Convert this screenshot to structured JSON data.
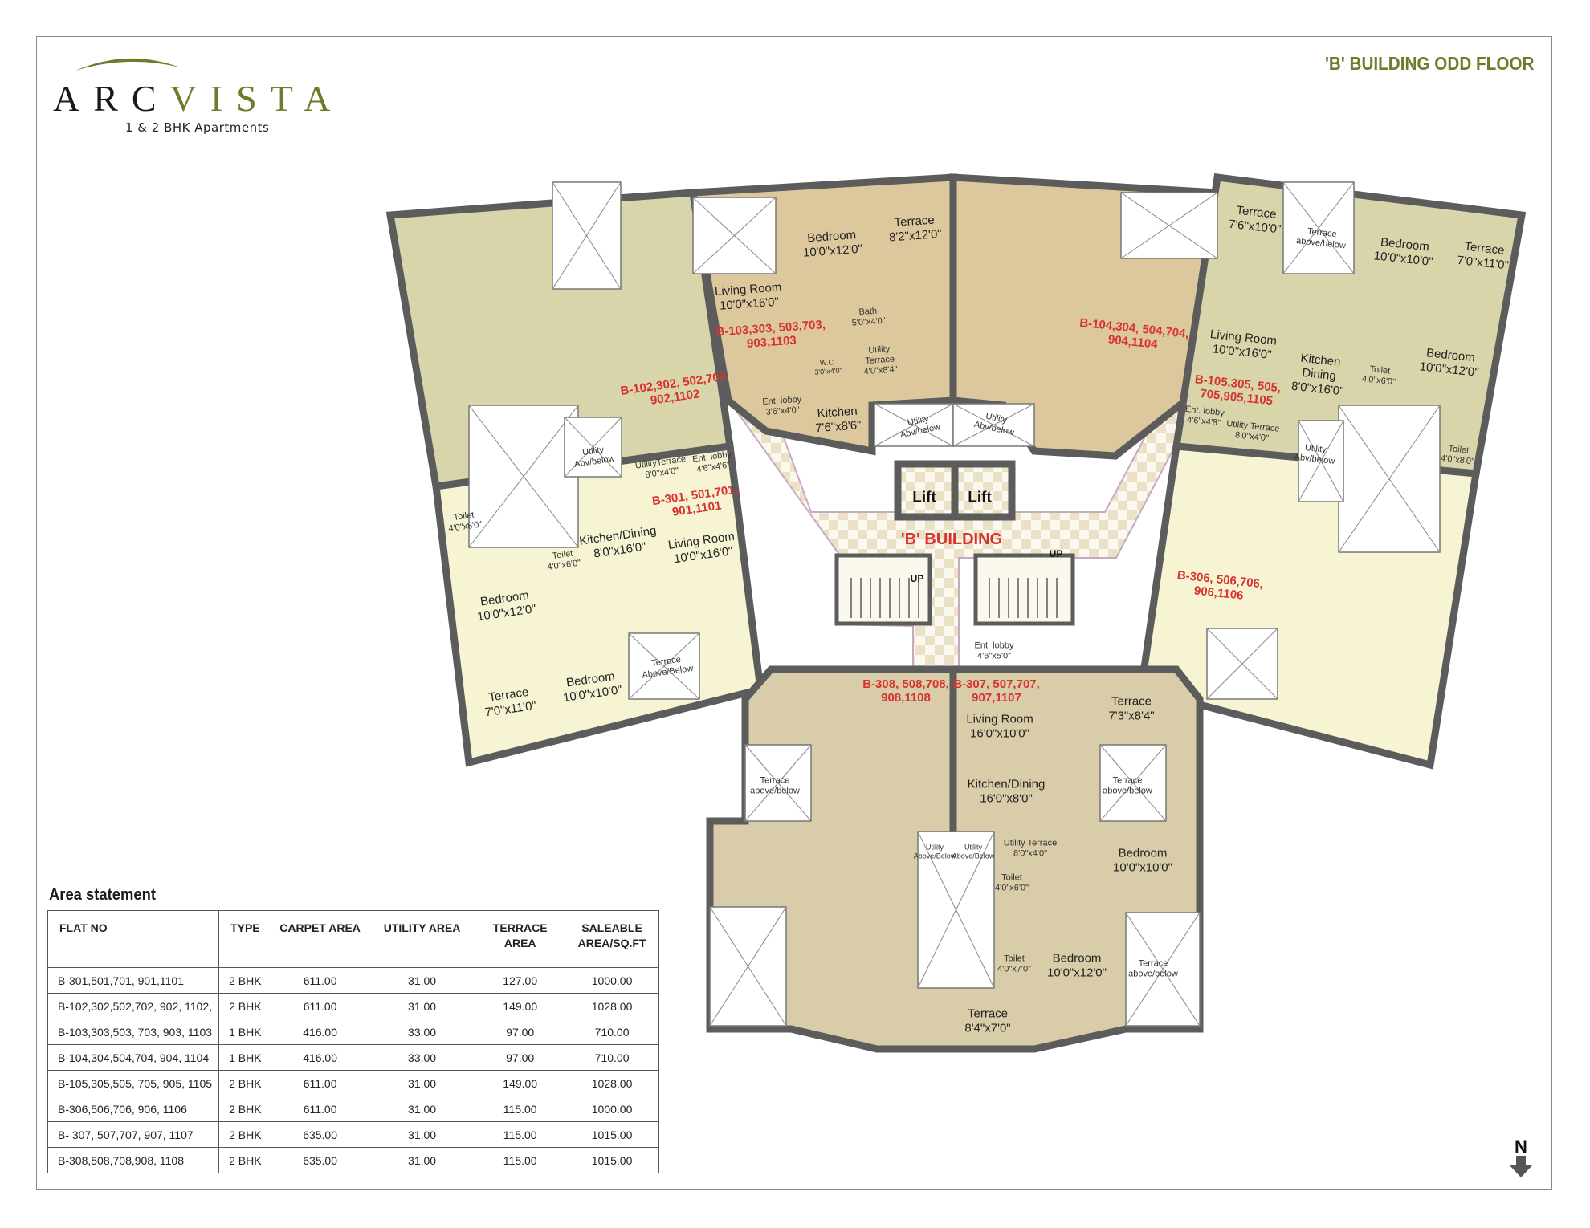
{
  "brand": {
    "name_part1": "ARC",
    "name_part2": "VISTA",
    "tagline": "1 & 2 BHK Apartments",
    "accent": "#6b7d2a"
  },
  "page_title": "'B' BUILDING ODD FLOOR",
  "area_statement": {
    "title": "Area statement",
    "columns": [
      "FLAT NO",
      "TYPE",
      "CARPET AREA",
      "UTILITY AREA",
      "TERRACE AREA",
      "SALEABLE AREA/SQ.FT"
    ],
    "rows": [
      [
        "B-301,501,701, 901,1101",
        "2 BHK",
        "611.00",
        "31.00",
        "127.00",
        "1000.00"
      ],
      [
        "B-102,302,502,702, 902, 1102,",
        "2 BHK",
        "611.00",
        "31.00",
        "149.00",
        "1028.00"
      ],
      [
        "B-103,303,503, 703, 903, 1103",
        "1 BHK",
        "416.00",
        "33.00",
        "97.00",
        "710.00"
      ],
      [
        "B-104,304,504,704, 904, 1104",
        "1 BHK",
        "416.00",
        "33.00",
        "97.00",
        "710.00"
      ],
      [
        "B-105,305,505, 705, 905, 1105",
        "2 BHK",
        "611.00",
        "31.00",
        "149.00",
        "1028.00"
      ],
      [
        "B-306,506,706, 906, 1106",
        "2 BHK",
        "611.00",
        "31.00",
        "115.00",
        "1000.00"
      ],
      [
        "B- 307, 507,707, 907, 1107",
        "2 BHK",
        "635.00",
        "31.00",
        "115.00",
        "1015.00"
      ],
      [
        "B-308,508,708,908, 1108",
        "2 BHK",
        "635.00",
        "31.00",
        "115.00",
        "1015.00"
      ]
    ]
  },
  "plan": {
    "colors": {
      "unit_2bhk_olive": "#d8d5aa",
      "unit_2bhk_yellow": "#f7f4d3",
      "unit_1bhk_tan": "#dcc89c",
      "unit_bottom": "#d9cca8",
      "lobby": "#efe6cf",
      "wall": "#5c5c5c",
      "unit_label": "#d8322e"
    },
    "labels": [
      {
        "type": "unit",
        "lines": [
          "B-102,302, 502,702",
          "902,1102"
        ]
      },
      {
        "type": "unit",
        "lines": [
          "B-301, 501,701,",
          "901,1101"
        ]
      },
      {
        "type": "room",
        "lines": [
          "Living Room",
          "10'0\"x16'0\""
        ]
      },
      {
        "type": "room",
        "lines": [
          "Kitchen/Dining",
          "8'0\"x16'0\""
        ]
      },
      {
        "type": "small",
        "lines": [
          "Toilet",
          "4'0\"x6'0\""
        ]
      },
      {
        "type": "small",
        "lines": [
          "Toilet",
          "4'0\"x8'0\""
        ]
      },
      {
        "type": "room",
        "lines": [
          "Bedroom",
          "10'0\"x12'0\""
        ]
      },
      {
        "type": "room",
        "lines": [
          "Bedroom",
          "10'0\"x10'0\""
        ]
      },
      {
        "type": "room",
        "lines": [
          "Terrace",
          "7'0\"x11'0\""
        ]
      },
      {
        "type": "small",
        "lines": [
          "Terrace",
          "Above/Below"
        ]
      },
      {
        "type": "small",
        "lines": [
          "UtilityTerrace",
          "8'0\"x4'0\""
        ]
      },
      {
        "type": "small",
        "lines": [
          "Ent. lobby",
          "4'6\"x4'6\""
        ]
      },
      {
        "type": "small",
        "lines": [
          "Utility",
          "Abv/below"
        ]
      },
      {
        "type": "room",
        "lines": [
          "Living Room",
          "10'0\"x16'0\""
        ]
      },
      {
        "type": "unit",
        "lines": [
          "B-103,303, 503,703,",
          "903,1103"
        ]
      },
      {
        "type": "room",
        "lines": [
          "Bedroom",
          "10'0\"x12'0\""
        ]
      },
      {
        "type": "room",
        "lines": [
          "Terrace",
          "8'2\"x12'0\""
        ]
      },
      {
        "type": "small",
        "lines": [
          "Bath",
          "5'0\"x4'0\""
        ]
      },
      {
        "type": "tiny",
        "lines": [
          "W.C.",
          "3'0\"x4'0\""
        ]
      },
      {
        "type": "small",
        "lines": [
          "Utility",
          "Terrace",
          "4'0\"x8'4\""
        ]
      },
      {
        "type": "small",
        "lines": [
          "Ent. lobby",
          "3'6\"x4'0\""
        ]
      },
      {
        "type": "room",
        "lines": [
          "Kitchen",
          "7'6\"x8'6\""
        ]
      },
      {
        "type": "small",
        "lines": [
          "Utility",
          "Abv/below"
        ]
      },
      {
        "type": "small",
        "lines": [
          "Utility",
          "Abv/below"
        ]
      },
      {
        "type": "unit",
        "lines": [
          "B-104,304, 504,704,",
          "904,1104"
        ]
      },
      {
        "type": "small",
        "lines": [
          "Ent. lobby",
          "4'6\"x4'8\""
        ]
      },
      {
        "type": "room",
        "lines": [
          "Terrace",
          "7'6\"x10'0\""
        ]
      },
      {
        "type": "small",
        "lines": [
          "Terrace",
          "above/below"
        ]
      },
      {
        "type": "room",
        "lines": [
          "Bedroom",
          "10'0\"x10'0\""
        ]
      },
      {
        "type": "room",
        "lines": [
          "Terrace",
          "7'0\"x11'0\""
        ]
      },
      {
        "type": "room",
        "lines": [
          "Living Room",
          "10'0\"x16'0\""
        ]
      },
      {
        "type": "unit",
        "lines": [
          "B-105,305, 505,",
          "705,905,1105"
        ]
      },
      {
        "type": "room",
        "lines": [
          "Kitchen",
          "Dining",
          "8'0\"x16'0\""
        ]
      },
      {
        "type": "small",
        "lines": [
          "Toilet",
          "4'0\"x6'0\""
        ]
      },
      {
        "type": "room",
        "lines": [
          "Bedroom",
          "10'0\"x12'0\""
        ]
      },
      {
        "type": "small",
        "lines": [
          "Utility Terrace",
          "8'0\"x4'0\""
        ]
      },
      {
        "type": "small",
        "lines": [
          "Utility",
          "Abv/below"
        ]
      },
      {
        "type": "small",
        "lines": [
          "Toilet",
          "4'0\"x8'0\""
        ]
      },
      {
        "type": "unit",
        "lines": [
          "B-306, 506,706,",
          "906,1106"
        ]
      },
      {
        "type": "lift",
        "lines": [
          "Lift"
        ]
      },
      {
        "type": "lift",
        "lines": [
          "Lift"
        ]
      },
      {
        "type": "building",
        "lines": [
          "'B' BUILDING"
        ]
      },
      {
        "type": "up",
        "lines": [
          "UP"
        ]
      },
      {
        "type": "up",
        "lines": [
          "UP"
        ]
      },
      {
        "type": "small",
        "lines": [
          "Ent. lobby",
          "4'6\"x5'0\""
        ]
      },
      {
        "type": "unit",
        "lines": [
          "B-308, 508,708,",
          "908,1108"
        ]
      },
      {
        "type": "unit",
        "lines": [
          "B-307, 507,707,",
          "907,1107"
        ]
      },
      {
        "type": "room",
        "lines": [
          "Living Room",
          "16'0\"x10'0\""
        ]
      },
      {
        "type": "room",
        "lines": [
          "Terrace",
          "7'3\"x8'4\""
        ]
      },
      {
        "type": "room",
        "lines": [
          "Kitchen/Dining",
          "16'0\"x8'0\""
        ]
      },
      {
        "type": "small",
        "lines": [
          "Terrace",
          "above/below"
        ]
      },
      {
        "type": "small",
        "lines": [
          "Terrace",
          "above/below"
        ]
      },
      {
        "type": "tiny",
        "lines": [
          "Utility",
          "Above/Below"
        ]
      },
      {
        "type": "tiny",
        "lines": [
          "Utility",
          "Above/Below"
        ]
      },
      {
        "type": "small",
        "lines": [
          "Utility Terrace",
          "8'0\"x4'0\""
        ]
      },
      {
        "type": "room",
        "lines": [
          "Bedroom",
          "10'0\"x10'0\""
        ]
      },
      {
        "type": "small",
        "lines": [
          "Toilet",
          "4'0\"x6'0\""
        ]
      },
      {
        "type": "small",
        "lines": [
          "Toilet",
          "4'0\"x7'0\""
        ]
      },
      {
        "type": "room",
        "lines": [
          "Bedroom",
          "10'0\"x12'0\""
        ]
      },
      {
        "type": "small",
        "lines": [
          "Terrace",
          "above/below"
        ]
      },
      {
        "type": "room",
        "lines": [
          "Terrace",
          "8'4\"x7'0\""
        ]
      }
    ]
  },
  "north": {
    "label": "N",
    "icon": "arrow-down-icon"
  }
}
